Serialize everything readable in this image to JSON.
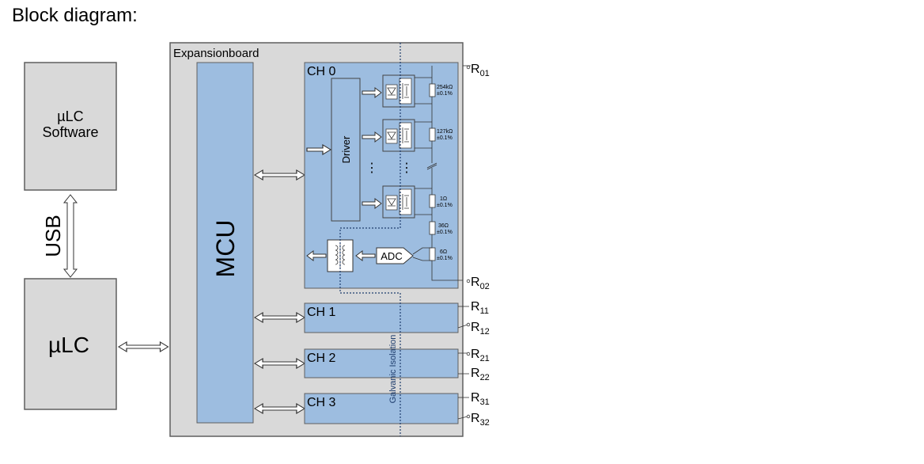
{
  "title": "Block diagram:",
  "blocks": {
    "software": [
      "µLC",
      "Software"
    ],
    "ulc": "µLC",
    "usb": "USB",
    "expansionboard": "Expansionboard",
    "mcu": "MCU",
    "driver": "Driver",
    "adc": "ADC",
    "isolation": "Galvanic Isolation"
  },
  "channels": [
    "CH 0",
    "CH 1",
    "CH 2",
    "CH 3"
  ],
  "resistors": [
    [
      "254kΩ",
      "±0.1%"
    ],
    [
      "127kΩ",
      "±0.1%"
    ],
    [
      "1Ω",
      "±0.1%"
    ],
    [
      "36Ω",
      "±0.1%"
    ],
    [
      "6Ω",
      "±0.1%"
    ]
  ],
  "ellipsis": "⋮",
  "terminals": [
    {
      "label": "R",
      "sub": "01"
    },
    {
      "label": "R",
      "sub": "02"
    },
    {
      "label": "R",
      "sub": "11"
    },
    {
      "label": "R",
      "sub": "12"
    },
    {
      "label": "R",
      "sub": "21"
    },
    {
      "label": "R",
      "sub": "22"
    },
    {
      "label": "R",
      "sub": "31"
    },
    {
      "label": "R",
      "sub": "32"
    }
  ],
  "colors": {
    "block_grey": "#d9d9d9",
    "block_blue": "#9dbde0",
    "outline": "#5f5f5f",
    "isolation_line": "#1f3e6e"
  }
}
